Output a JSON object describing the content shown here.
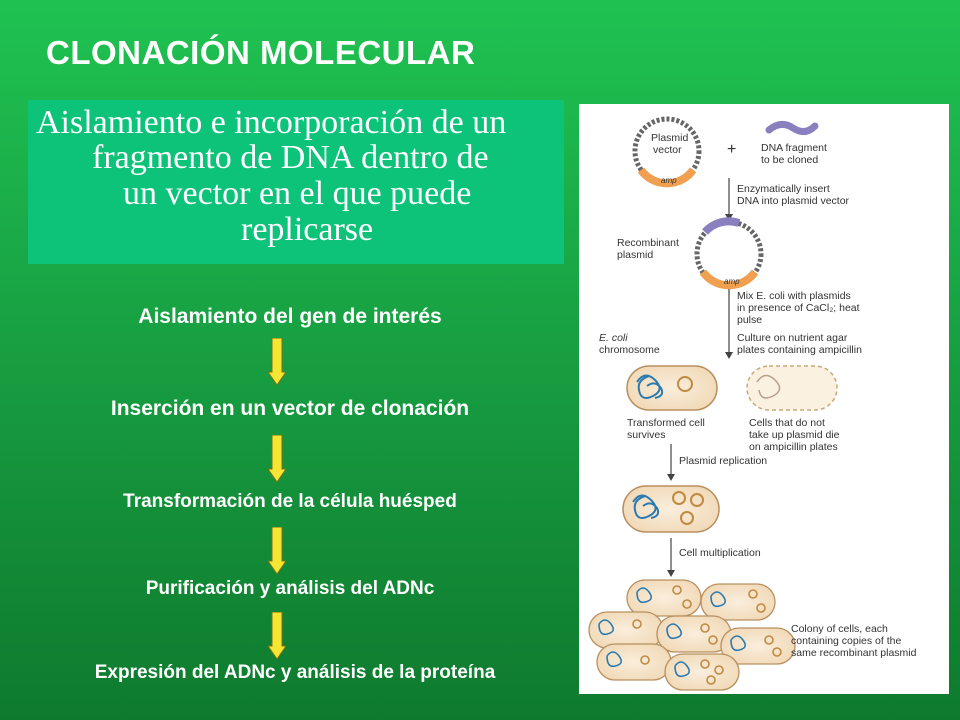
{
  "slide": {
    "title": "CLONACIÓN MOLECULAR",
    "definition_lines": [
      "Aislamiento e incorporación de un",
      "fragmento de DNA dentro de",
      "un vector en el que puede",
      "replicarse"
    ],
    "steps": [
      "Aislamiento del gen de interés",
      "Inserción en un vector de clonación",
      "Transformación de la célula huésped",
      "Purificación y análisis del ADNc",
      "Expresión del ADNc y análisis de la proteína"
    ],
    "arrow_color": "#f5e633"
  },
  "figure": {
    "plasmid_vector": [
      "Plasmid",
      "vector"
    ],
    "amp": "amp",
    "plus": "+",
    "dna_fragment": [
      "DNA fragment",
      "to be cloned"
    ],
    "insert_step": [
      "Enzymatically insert",
      "DNA into plasmid vector"
    ],
    "recombinant_plasmid": [
      "Recombinant",
      "plasmid"
    ],
    "mix_step": [
      "Mix E. coli with plasmids",
      "in presence of CaCl₂; heat",
      "pulse"
    ],
    "culture_step": [
      "Culture on nutrient agar",
      "plates containing ampicillin"
    ],
    "ecoli_chromosome": [
      "E. coli",
      "chromosome"
    ],
    "transformed": [
      "Transformed cell",
      "survives"
    ],
    "not_taken": [
      "Cells that do not",
      "take up plasmid die",
      "on ampicillin plates"
    ],
    "plasmid_replication": "Plasmid replication",
    "cell_multiplication": "Cell multiplication",
    "colony": [
      "Colony of cells, each",
      "containing copies of the",
      "same recombinant plasmid"
    ]
  }
}
